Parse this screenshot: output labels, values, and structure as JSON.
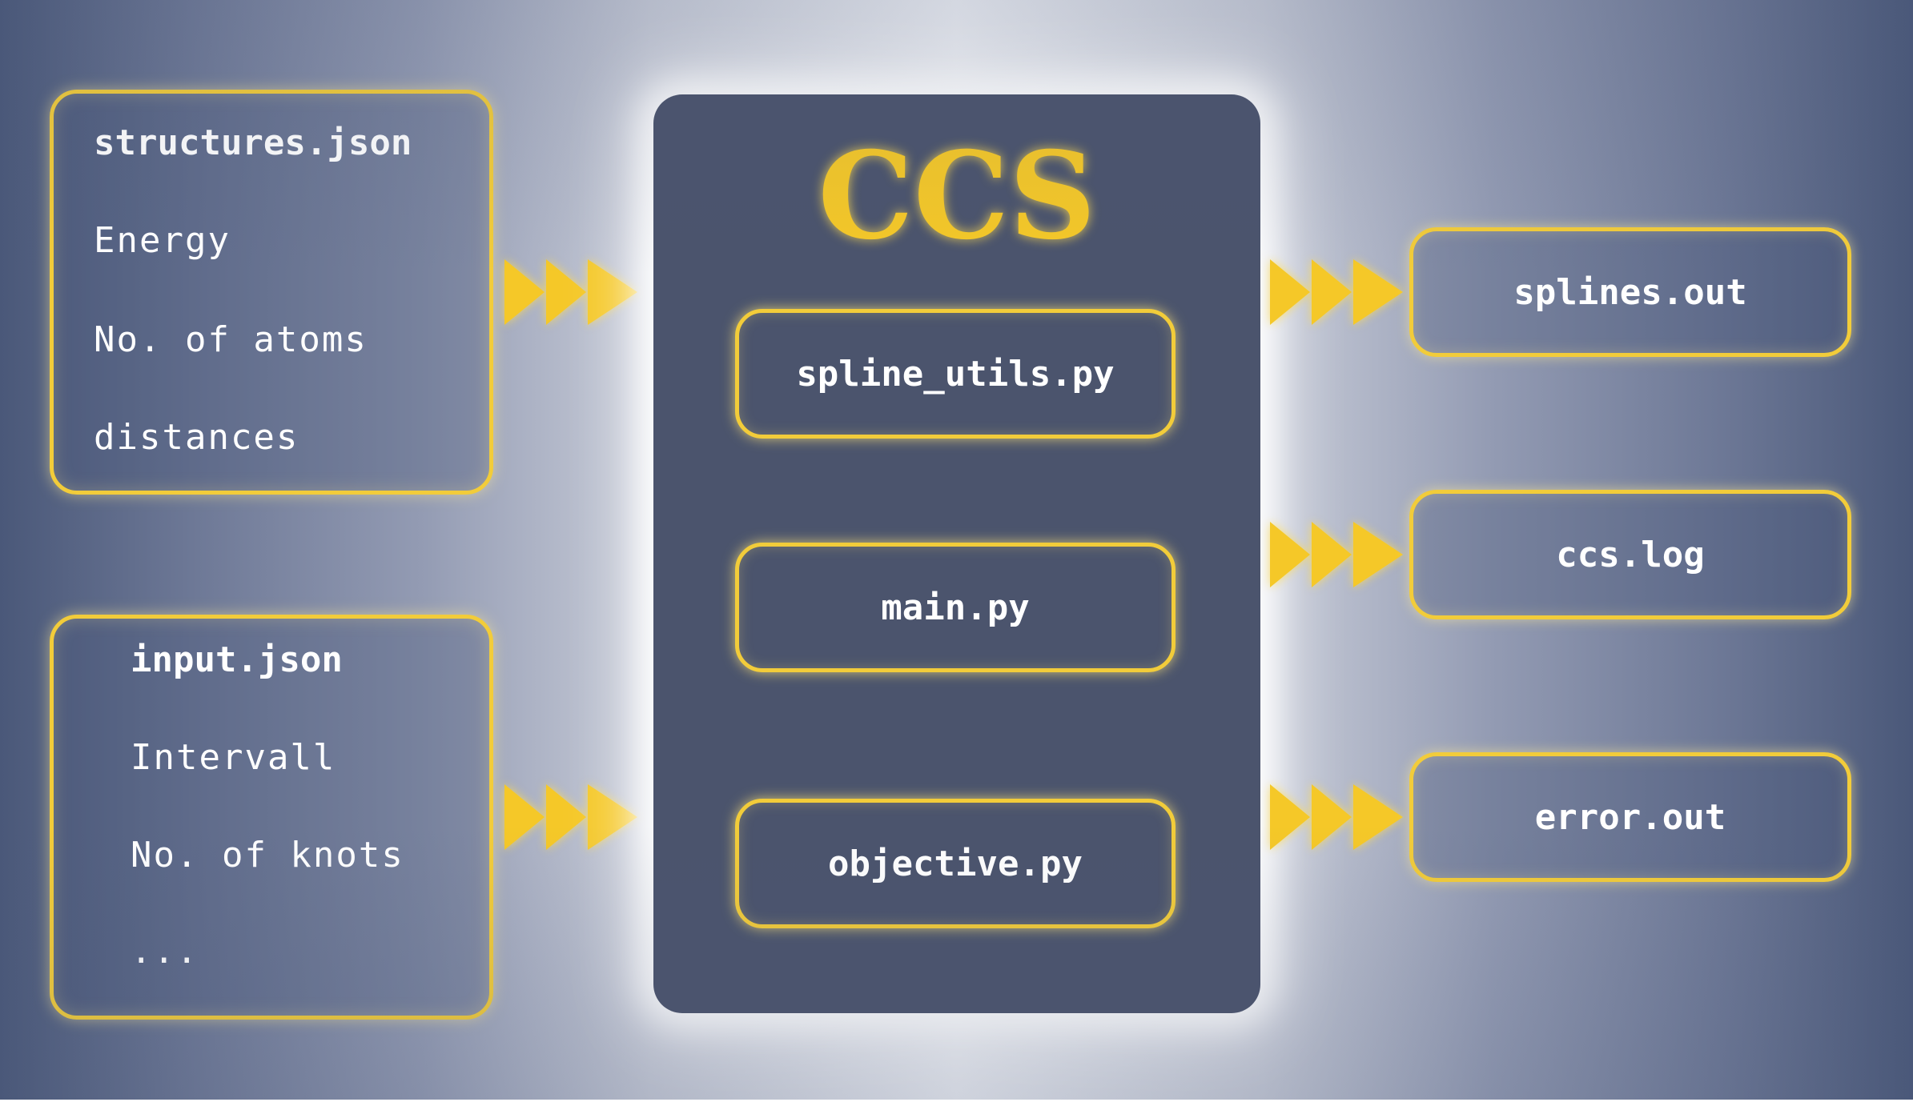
{
  "inputs": [
    {
      "title": "structures.json",
      "lines": [
        "Energy",
        "No. of atoms",
        "distances"
      ]
    },
    {
      "title": "input.json",
      "lines": [
        "Intervall",
        "No. of knots",
        "..."
      ]
    }
  ],
  "core": {
    "title": "CCS",
    "modules": [
      "spline_utils.py",
      "main.py",
      "objective.py"
    ]
  },
  "outputs": [
    "splines.out",
    "ccs.log",
    "error.out"
  ],
  "colors": {
    "accent": "#f5c828",
    "border": "#f2cc3a",
    "panel": "#4b546d",
    "background_edge": "#4a5879",
    "background_center": "#eceef3"
  }
}
